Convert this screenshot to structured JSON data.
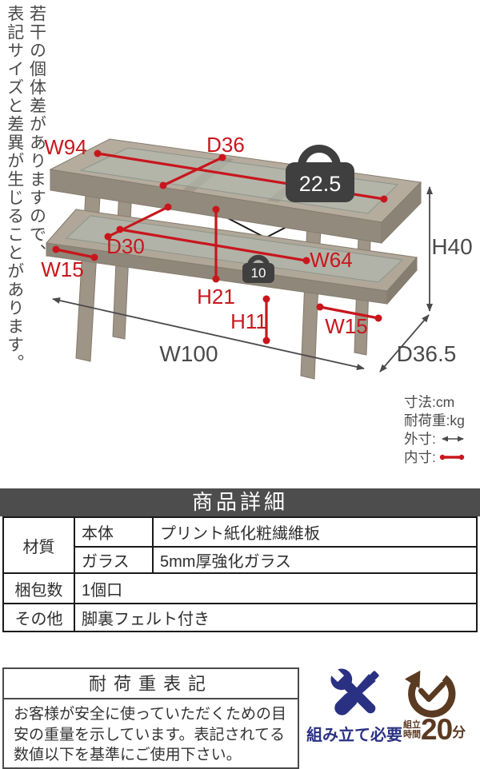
{
  "disclaimer": {
    "line1": "若干の個体差がありますので、",
    "line2": "表記サイズと差異が生じることがあります。"
  },
  "diagram": {
    "red_dims": {
      "w94": "W94",
      "d36": "D36",
      "d30": "D30",
      "w15_left": "W15",
      "w64": "W64",
      "h21": "H21",
      "h11": "H11",
      "w15_right": "W15"
    },
    "black_dims": {
      "h40": "H40",
      "w100": "W100",
      "d36_5": "D36.5"
    },
    "load_top": "22.5",
    "load_shelf": "10",
    "colors": {
      "dim_red": "#c8161d",
      "dim_dark": "#4a4a4a",
      "load_icon": "#3f3f3f"
    }
  },
  "legend": {
    "size": "寸法:cm",
    "load": "耐荷重:kg",
    "outer": "外寸:",
    "inner": "内寸:"
  },
  "details": {
    "header": "商品詳細",
    "material_label": "材質",
    "body_label": "本体",
    "body_value": "プリント紙化粧繊維板",
    "glass_label": "ガラス",
    "glass_value": "5mm厚強化ガラス",
    "package_label": "梱包数",
    "package_value": "1個口",
    "other_label": "その他",
    "other_value": "脚裏フェルト付き"
  },
  "capacity": {
    "title": "耐荷重表記",
    "line1": "お客様が安全に使っていただくための目",
    "line2": "安の重量を示しています。表記されてる",
    "line3": "数値以下を基準にご使用下さい。"
  },
  "assembly": {
    "required_label": "組み立て必要",
    "required_color": "#2a3183",
    "time_label_1": "組立",
    "time_label_2": "時間",
    "time_value": "20",
    "time_unit": "分",
    "time_color": "#5b3a22"
  }
}
